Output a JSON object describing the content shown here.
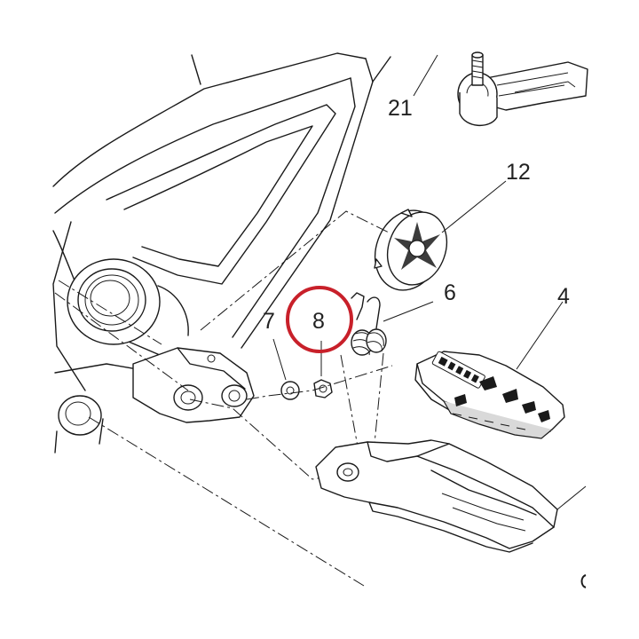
{
  "labels": {
    "part_21": "21",
    "part_12": "12",
    "part_6": "6",
    "part_4": "4",
    "part_7": "7",
    "part_8": "8"
  },
  "colors": {
    "highlight_circle": "#c8202a",
    "line": "#1a1a1a",
    "background": "#ffffff"
  }
}
